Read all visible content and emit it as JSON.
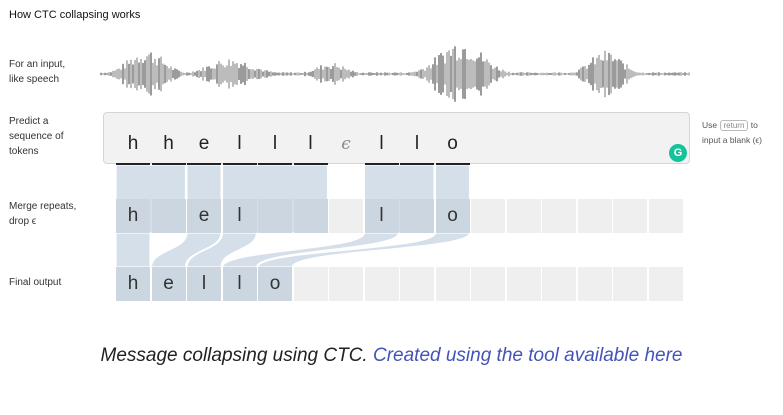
{
  "title": "How CTC collapsing works",
  "rows": {
    "input_label": [
      "For an input,",
      "like speech"
    ],
    "predict_label": [
      "Predict a",
      "sequence of",
      "tokens"
    ],
    "merge_label": [
      "Merge repeats,",
      "drop ϵ"
    ],
    "final_label": [
      "Final output"
    ]
  },
  "tokens": [
    "h",
    "h",
    "e",
    "l",
    "l",
    "l",
    "ϵ",
    "l",
    "l",
    "o"
  ],
  "merged": [
    "h",
    "",
    "e",
    "l",
    "",
    "",
    "",
    "l",
    "",
    "o"
  ],
  "final": [
    "h",
    "e",
    "l",
    "l",
    "o"
  ],
  "hint": {
    "use": "Use",
    "key": "return",
    "to": "to",
    "line2": "input a blank (ϵ)"
  },
  "grammarly_icon": "grammarly-icon",
  "caption": {
    "text": "Message collapsing using CTC.",
    "link_text": "Created using the tool available here"
  },
  "colors": {
    "flow": "#d4dfea",
    "filled_cell": "#ccd6e0",
    "empty_cell": "#efefef",
    "link": "#4353b8",
    "grammarly": "#15c39a"
  }
}
